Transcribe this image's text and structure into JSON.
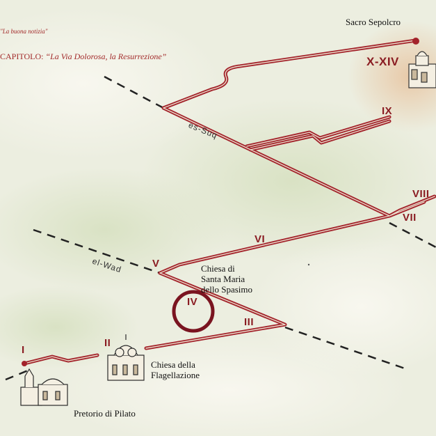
{
  "header": {
    "tagline": "\"La buona notizia\"",
    "chapter_prefix": "CAPITOLO: ",
    "chapter_title": "“La Via Dolorosa, la Resurrezione”"
  },
  "places": {
    "sacro_sepolcro": "Sacro Sepolcro",
    "santa_maria": [
      "Chiesa di",
      "Santa Maria",
      "dello Spasimo"
    ],
    "flagellazione": [
      "Chiesa della",
      "Flagellazione"
    ],
    "pretorio": "Pretorio di Pilato"
  },
  "streets": {
    "es_suq": "es-Suq",
    "el_wad": "el-Wad"
  },
  "stations": {
    "s1": "I",
    "s2": "II",
    "s3": "III",
    "s4": "IV",
    "s5": "V",
    "s6": "VI",
    "s7": "VII",
    "s8": "VIII",
    "s9": "IX",
    "s10_14": "X-XIV"
  },
  "colors": {
    "route": "#a3232b",
    "station_text": "#8a1c22",
    "highlight_circle": "#7a1420",
    "street_dash": "#222222"
  }
}
